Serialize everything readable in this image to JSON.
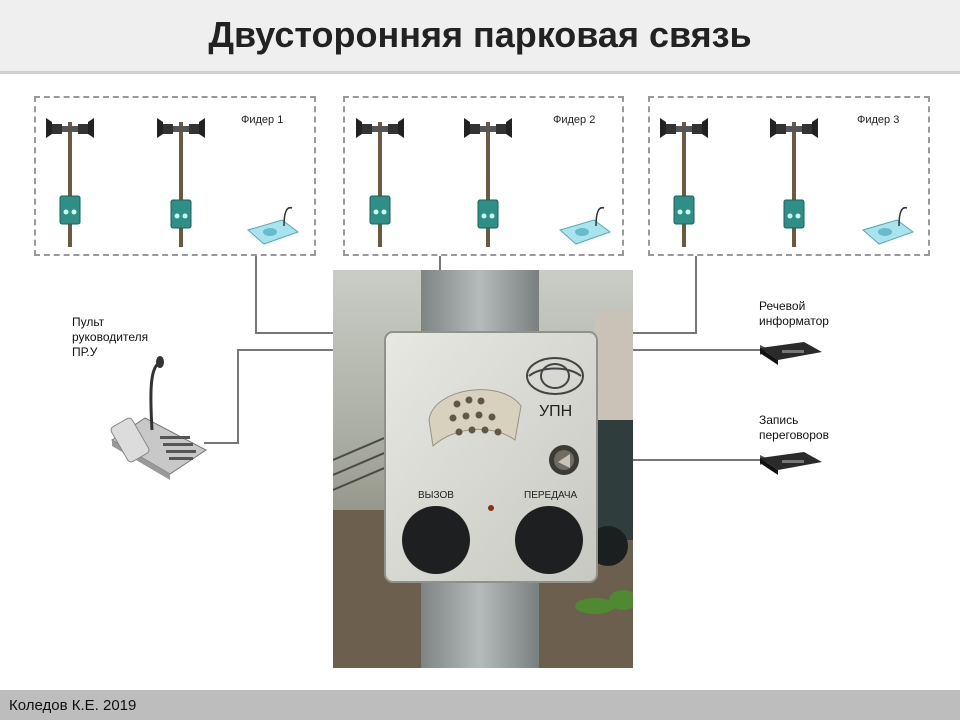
{
  "title": "Двусторонняя парковая связь",
  "feeders": [
    {
      "label": "Фидер 1"
    },
    {
      "label": "Фидер 2"
    },
    {
      "label": "Фидер 3"
    }
  ],
  "left_device": {
    "label_lines": [
      "Пульт",
      "руководителя",
      "ПР.У"
    ]
  },
  "right_devices": [
    {
      "label_lines": [
        "Речевой",
        "информатор"
      ]
    },
    {
      "label_lines": [
        "Запись",
        "переговоров"
      ]
    }
  ],
  "upn_panel": {
    "brand_label": "УПН",
    "button_left_label": "ВЫЗОВ",
    "button_right_label": "ПЕРЕДАЧА"
  },
  "footer": {
    "text": "Коледов К.Е. 2019"
  }
}
